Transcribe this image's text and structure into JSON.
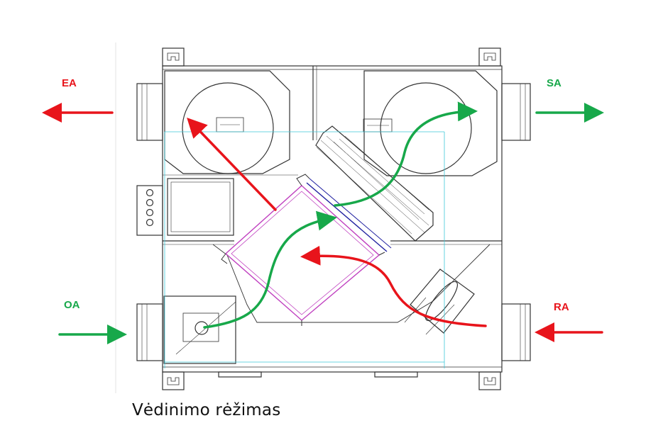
{
  "labels": {
    "ea": "EA",
    "sa": "SA",
    "oa": "OA",
    "ra": "RA"
  },
  "caption": "Vėdinimo rėžimas",
  "colors": {
    "exhaust_arrow": "#e8141b",
    "supply_arrow": "#17a84a",
    "line": "#333333",
    "guide": "#3ec8d8",
    "filter": "#c040c0",
    "exchanger": "#2020a0"
  }
}
